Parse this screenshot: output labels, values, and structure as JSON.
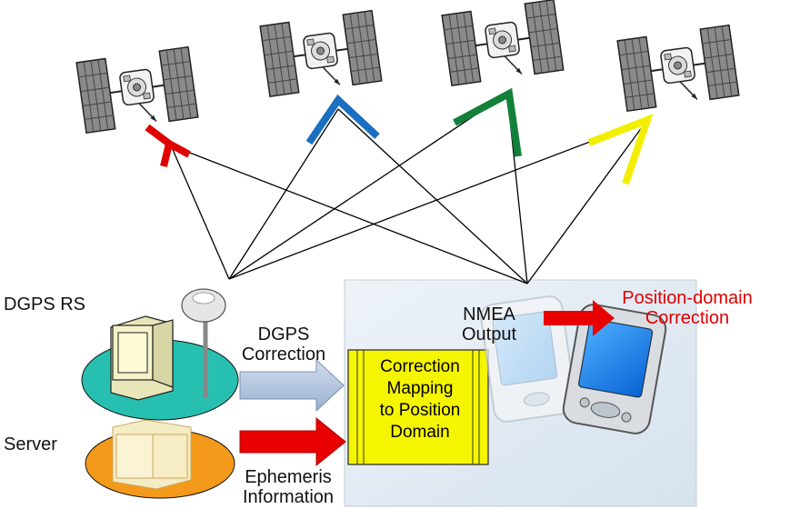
{
  "labels": {
    "dgps_rs": "DGPS RS",
    "server": "Server",
    "dgps_correction": [
      "DGPS",
      "Correction"
    ],
    "ephemeris": [
      "Ephemeris",
      "Information"
    ],
    "nmea": [
      "NMEA",
      "Output"
    ],
    "position_domain": [
      "Position-domain",
      "Correction"
    ],
    "mapping_box": [
      "Correction",
      "Mapping",
      "to Position",
      "Domain"
    ]
  },
  "satellites": [
    {
      "icon": "satellite-icon",
      "signal_color": "#e00000"
    },
    {
      "icon": "satellite-icon",
      "signal_color": "#1a6fc0"
    },
    {
      "icon": "satellite-icon",
      "signal_color": "#13803a"
    },
    {
      "icon": "satellite-icon",
      "signal_color": "#f2ee00"
    }
  ],
  "colors": {
    "position_domain_text": "#e00000",
    "dgps_arrow": "#b0c4de",
    "ephemeris_arrow": "#e80000",
    "mapping_box_fill": "#f5f500",
    "rs_platform": "#27c0b0",
    "server_platform": "#f39a1a",
    "processing_area": "#e8eef6"
  }
}
